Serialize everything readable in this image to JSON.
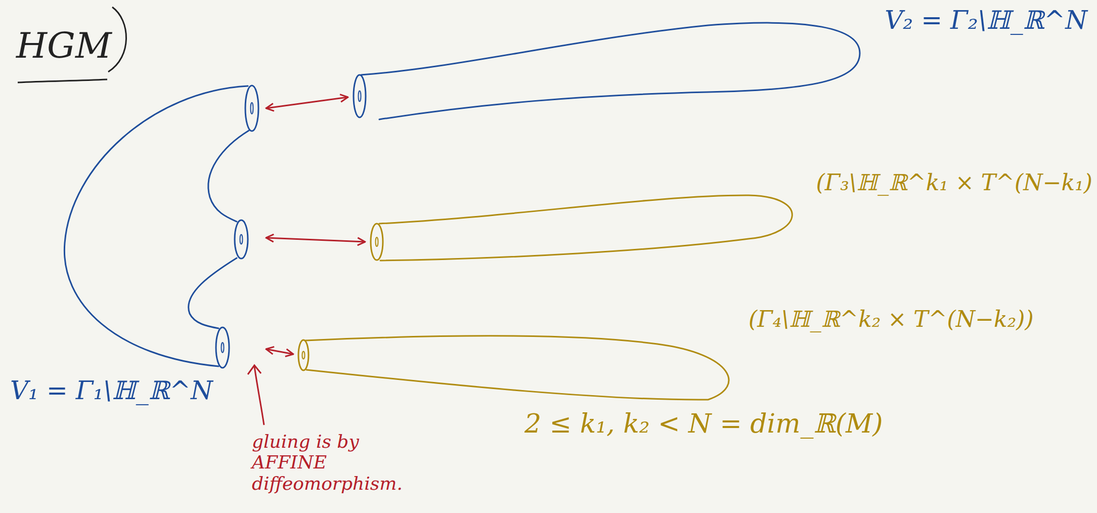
{
  "diagram": {
    "title": "HGM",
    "nodes": [
      {
        "text": [
          "V₁ = Γ₁\\ℍ_ℝ^N"
        ]
      },
      {
        "text": [
          "V₂ = Γ₂\\ℍ_ℝ^N"
        ]
      },
      {
        "text": [
          "(Γ₃\\ℍ_ℝ^k₁ × T^(N−k₁)"
        ]
      },
      {
        "text": [
          "(Γ₄\\ℍ_ℝ^k₂ × T^(N−k₂))"
        ]
      }
    ],
    "edges": [
      {
        "from": 0,
        "to": 1,
        "arrow": "both"
      },
      {
        "from": 0,
        "to": 2,
        "arrow": "both"
      },
      {
        "from": 0,
        "to": 3,
        "arrow": "both"
      }
    ],
    "labels": [
      "2 ≤ k₁, k₂ < N = dim_ℝ(M)",
      "gluing is by AFFINE diffeomorphism."
    ]
  }
}
